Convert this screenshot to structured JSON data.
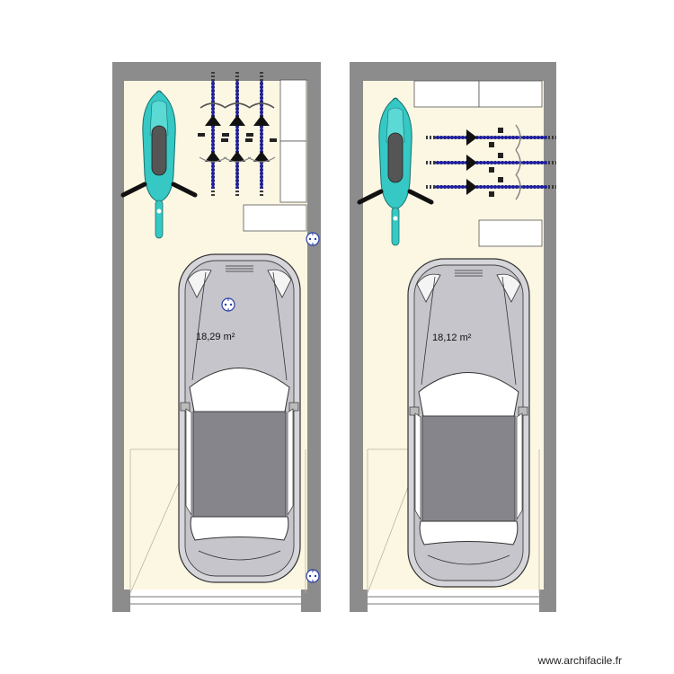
{
  "rooms": [
    {
      "area_label": "18,29 m²"
    },
    {
      "area_label": "18,12 m²"
    }
  ],
  "watermark": "www.archifacile.fr",
  "colors": {
    "wall": "#8c8c8c",
    "floor": "#fcf7e3",
    "car_body": "#c9c9cf",
    "car_roof": "#85858b",
    "moto": "#35c8c4",
    "bike_frame": "#1f1fa8",
    "socket": "#2a3fa6"
  },
  "icons": [
    "car-icon",
    "motorcycle-icon",
    "bicycle-icon",
    "electrical-socket-icon",
    "storage-cabinet-icon"
  ]
}
